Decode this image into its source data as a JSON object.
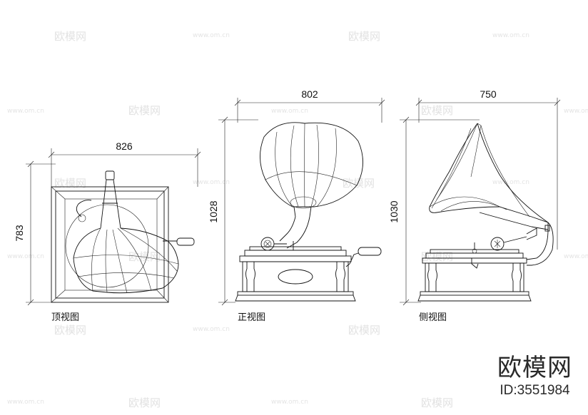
{
  "watermarks": {
    "site": "欧模网",
    "url": "www.om.cn"
  },
  "views": [
    {
      "name": "顶视图",
      "width": "826",
      "height": "783"
    },
    {
      "name": "正视图",
      "width": "802",
      "height": "1028"
    },
    {
      "name": "侧视图",
      "width": "750",
      "height": "1030"
    }
  ],
  "brand": {
    "name": "欧模网",
    "id": "ID:3551984"
  }
}
